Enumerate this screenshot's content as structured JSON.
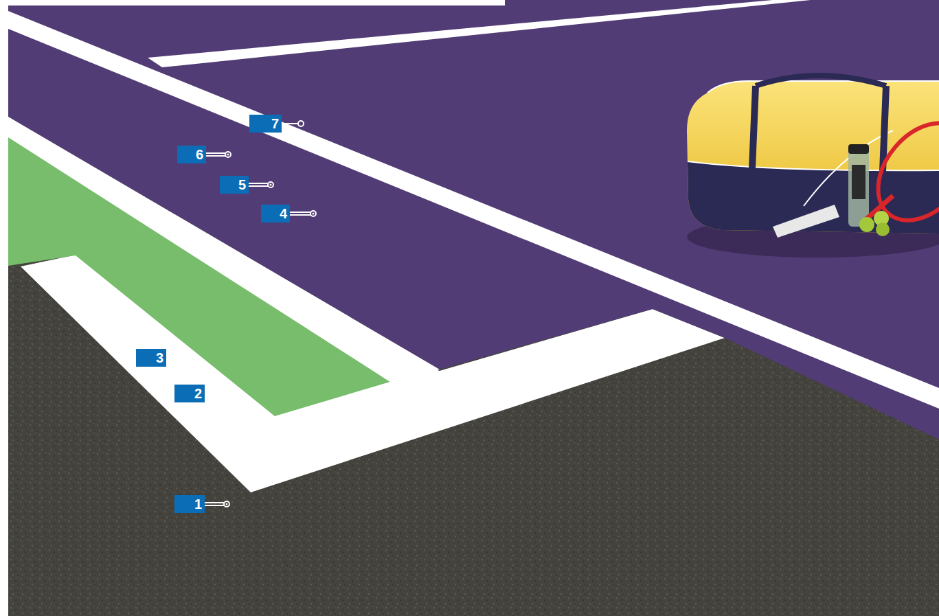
{
  "diagram": {
    "labels": [
      "7",
      "6",
      "5",
      "4",
      "3",
      "2",
      "1"
    ]
  }
}
